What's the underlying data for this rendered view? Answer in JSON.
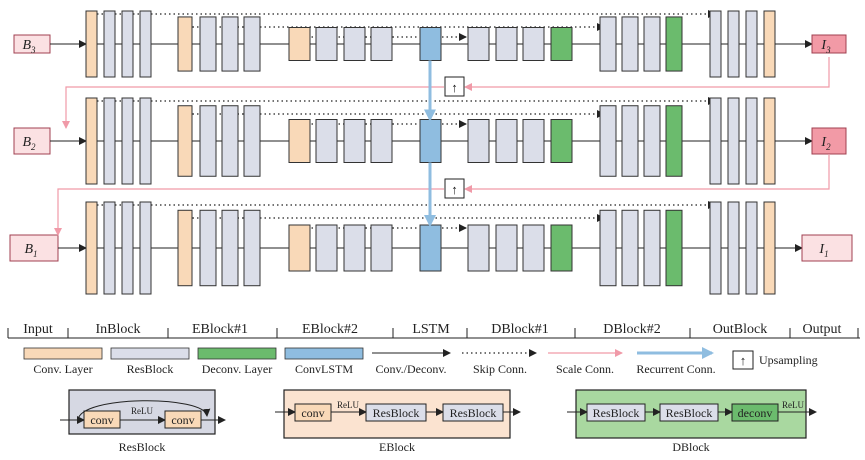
{
  "colors": {
    "conv": "#f9d9b8",
    "res": "#dbdee9",
    "deconv": "#6bbb6d",
    "lstm": "#8fbde0",
    "scale": "#f09aa8",
    "recurrent": "#8fbde0",
    "io_fill": "#fbe1e3",
    "out_fill": "#f29aa6",
    "eblock_bg": "#fbe3d0",
    "dblock_bg": "#a9d8a0",
    "resblock_bg": "#d6d8e3"
  },
  "rows": [
    {
      "input": "B",
      "input_sub": "3",
      "output": "I",
      "output_sub": "3"
    },
    {
      "input": "B",
      "input_sub": "2",
      "output": "I",
      "output_sub": "2"
    },
    {
      "input": "B",
      "input_sub": "1",
      "output": "I",
      "output_sub": "1"
    }
  ],
  "stages": [
    "Input",
    "InBlock",
    "EBlock#1",
    "EBlock#2",
    "LSTM",
    "DBlock#1",
    "DBlock#2",
    "OutBlock",
    "Output"
  ],
  "legend": {
    "conv": "Conv. Layer",
    "res": "ResBlock",
    "deconv": "Deconv. Layer",
    "lstm": "ConvLSTM",
    "conv_deconv": "Conv./Deconv.",
    "skip": "Skip Conn.",
    "scale": "Scale Conn.",
    "recurrent": "Recurrent Conn.",
    "upsampling": "Upsampling"
  },
  "upsampling_symbol": "↑",
  "details": {
    "resblock": {
      "title": "ResBlock",
      "conv1": "conv",
      "relu": "ReLU",
      "conv2": "conv"
    },
    "eblock": {
      "title": "EBlock",
      "conv": "conv",
      "relu": "ReLU",
      "res1": "ResBlock",
      "res2": "ResBlock"
    },
    "dblock": {
      "title": "DBlock",
      "res1": "ResBlock",
      "res2": "ResBlock",
      "deconv": "deconv",
      "relu": "ReLU"
    }
  }
}
